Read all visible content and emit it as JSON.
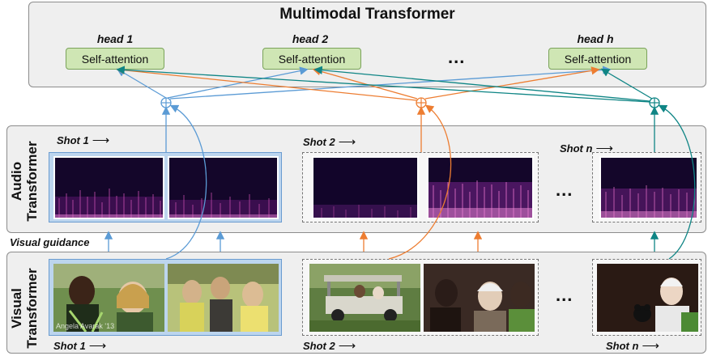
{
  "multimodal": {
    "title": "Multimodal Transformer",
    "heads": [
      {
        "label": "head 1",
        "module": "Self-attention"
      },
      {
        "label": "head 2",
        "module": "Self-attention"
      },
      {
        "label": "head h",
        "module": "Self-attention"
      }
    ],
    "ellipsis": "..."
  },
  "audio": {
    "label_line1": "Audio",
    "label_line2": "Transformer",
    "shots": [
      "Shot 1",
      "Shot 2",
      "Shot n"
    ],
    "ellipsis": "..."
  },
  "visual": {
    "label_line1": "Visual",
    "label_line2": "Transformer",
    "shots": [
      "Shot 1",
      "Shot 2",
      "Shot n"
    ],
    "ellipsis": "...",
    "watermark": "Angela Avarak '13"
  },
  "guidance_label": "Visual guidance",
  "shot_arrow_glyph": "⟶",
  "colors": {
    "shot1": "#5b9bd5",
    "shot2": "#ed7d31",
    "shotn": "#0f8585",
    "self_attention_fill": "#cfe6b4",
    "panel": "#efefef",
    "spectrogram_bg": "#1a0a2e",
    "spectrogram_band": "#c04ab5"
  }
}
